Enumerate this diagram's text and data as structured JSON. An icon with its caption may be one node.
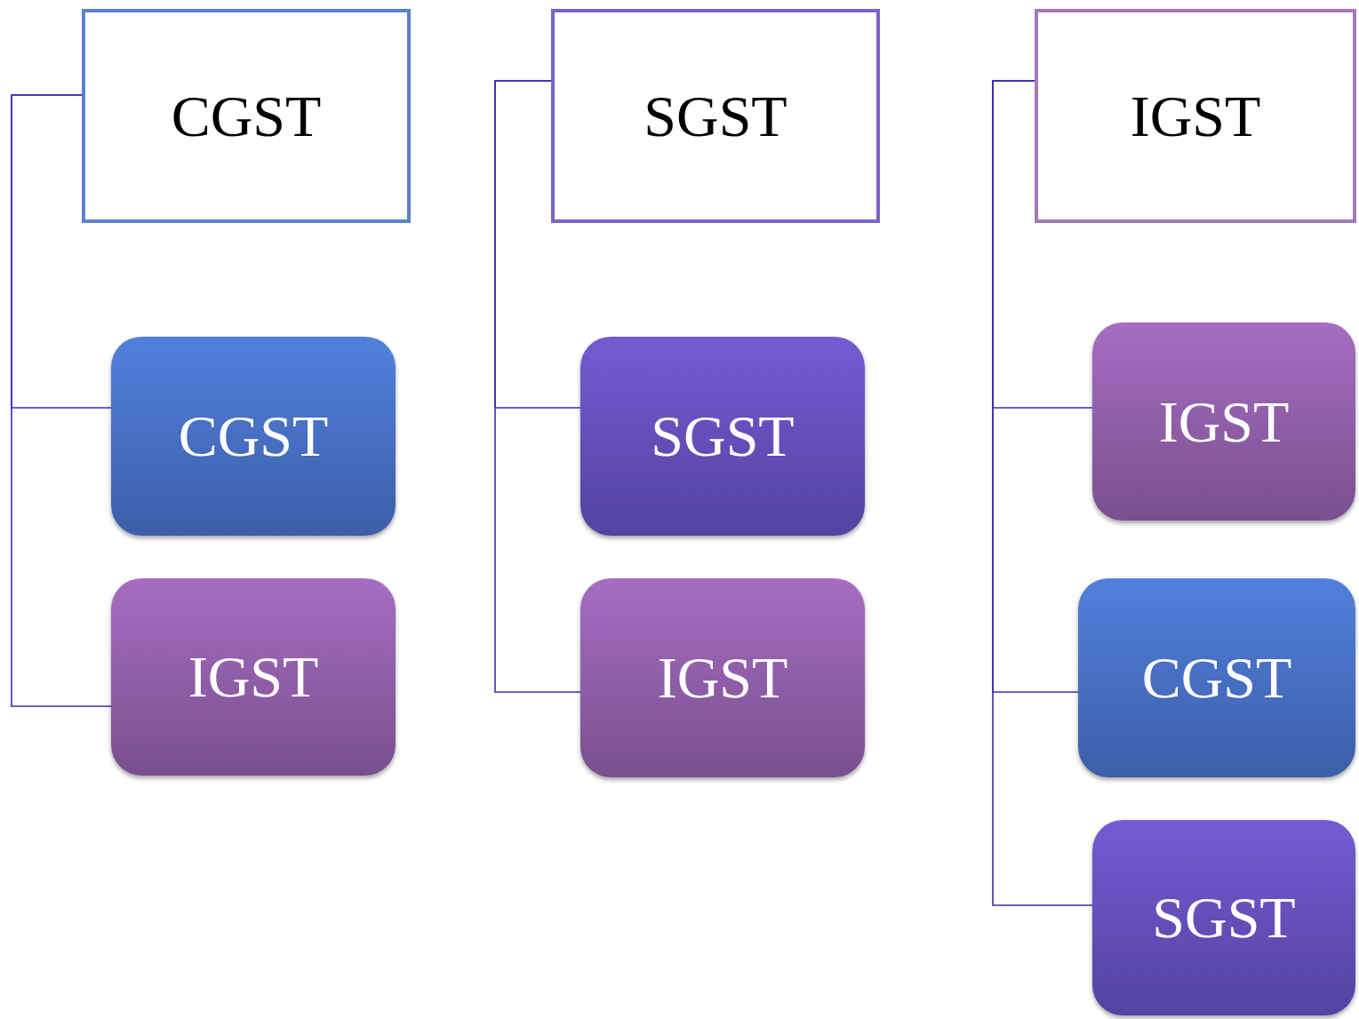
{
  "diagram": {
    "nodes": [
      {
        "text": [
          "CGST"
        ]
      },
      {
        "text": [
          "CGST"
        ]
      },
      {
        "text": [
          "IGST"
        ]
      },
      {
        "text": [
          "SGST"
        ]
      },
      {
        "text": [
          "SGST"
        ]
      },
      {
        "text": [
          "IGST"
        ]
      },
      {
        "text": [
          "IGST"
        ]
      },
      {
        "text": [
          "IGST"
        ]
      },
      {
        "text": [
          "CGST"
        ]
      },
      {
        "text": [
          "SGST"
        ]
      }
    ],
    "edges": [
      {
        "from": 0,
        "to": 1,
        "arrow": "none"
      },
      {
        "from": 0,
        "to": 2,
        "arrow": "none"
      },
      {
        "from": 3,
        "to": 4,
        "arrow": "none"
      },
      {
        "from": 3,
        "to": 5,
        "arrow": "none"
      },
      {
        "from": 6,
        "to": 7,
        "arrow": "none"
      },
      {
        "from": 6,
        "to": 8,
        "arrow": "none"
      },
      {
        "from": 6,
        "to": 9,
        "arrow": "none"
      }
    ]
  }
}
